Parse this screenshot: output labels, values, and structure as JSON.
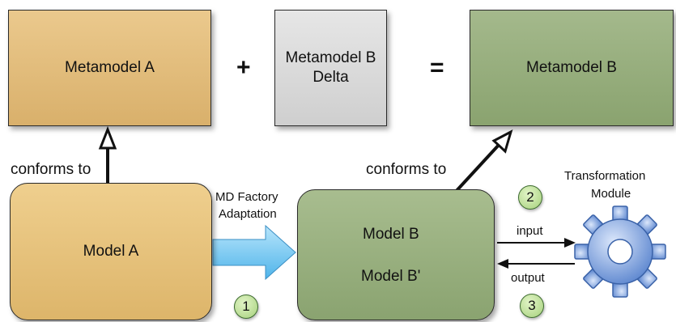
{
  "boxes": {
    "metamodel_a": "Metamodel A",
    "metamodel_b_delta_line1": "Metamodel B",
    "metamodel_b_delta_line2": "Delta",
    "metamodel_b": "Metamodel B",
    "model_a": "Model A",
    "model_b": "Model B",
    "model_b_prime": "Model B'"
  },
  "operators": {
    "plus": "+",
    "equals": "="
  },
  "labels": {
    "conforms_to_left": "conforms to",
    "conforms_to_right": "conforms to",
    "adaptation_line1": "MD Factory",
    "adaptation_line2": "Adaptation",
    "input": "input",
    "output": "output",
    "transformation_line1": "Transformation",
    "transformation_line2": "Module"
  },
  "steps": {
    "step1": "1",
    "step2": "2",
    "step3": "3"
  },
  "colors": {
    "metamodel_a": "#e2bd7c",
    "metamodel_b_delta": "#d8d8d8",
    "metamodel_b": "#97ad7e",
    "gear": "#6f95d6",
    "big_arrow": "#6cc4f0"
  }
}
